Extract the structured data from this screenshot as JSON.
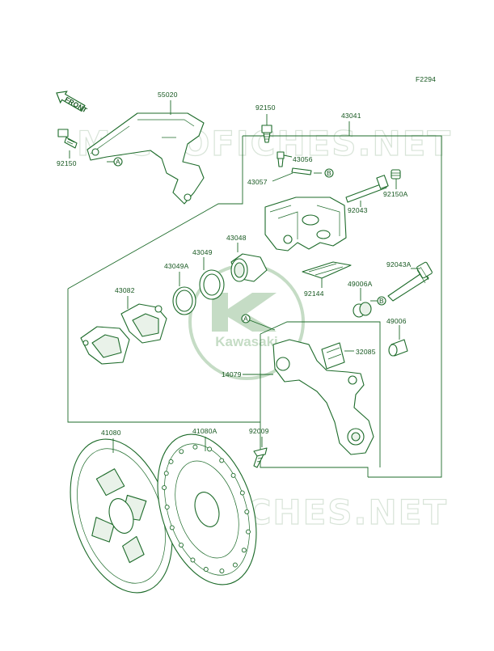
{
  "diagram_code": "F2294",
  "front_badge": "FRONT",
  "watermark_text": "MICROFICHES.NET",
  "logo": {
    "text": "Kawasaki",
    "color": "#c5dcc5"
  },
  "colors": {
    "line": "#1d6b2a",
    "label": "#14561e",
    "watermark": "#d8e4d8"
  },
  "part_labels": {
    "p55020": "55020",
    "p92150_top": "92150",
    "p43041": "43041",
    "p92150_left": "92150",
    "p43056": "43056",
    "p43057": "43057",
    "p92150a": "92150A",
    "p92043": "92043",
    "p43048": "43048",
    "p43049": "43049",
    "p43049a": "43049A",
    "p92043a": "92043A",
    "p49006a": "49006A",
    "p92144": "92144",
    "p43082": "43082",
    "p49006": "49006",
    "p32085": "32085",
    "p14079": "14079",
    "p41080": "41080",
    "p41080a": "41080A",
    "p92009": "92009"
  },
  "callouts": {
    "a": "A",
    "b": "B"
  }
}
